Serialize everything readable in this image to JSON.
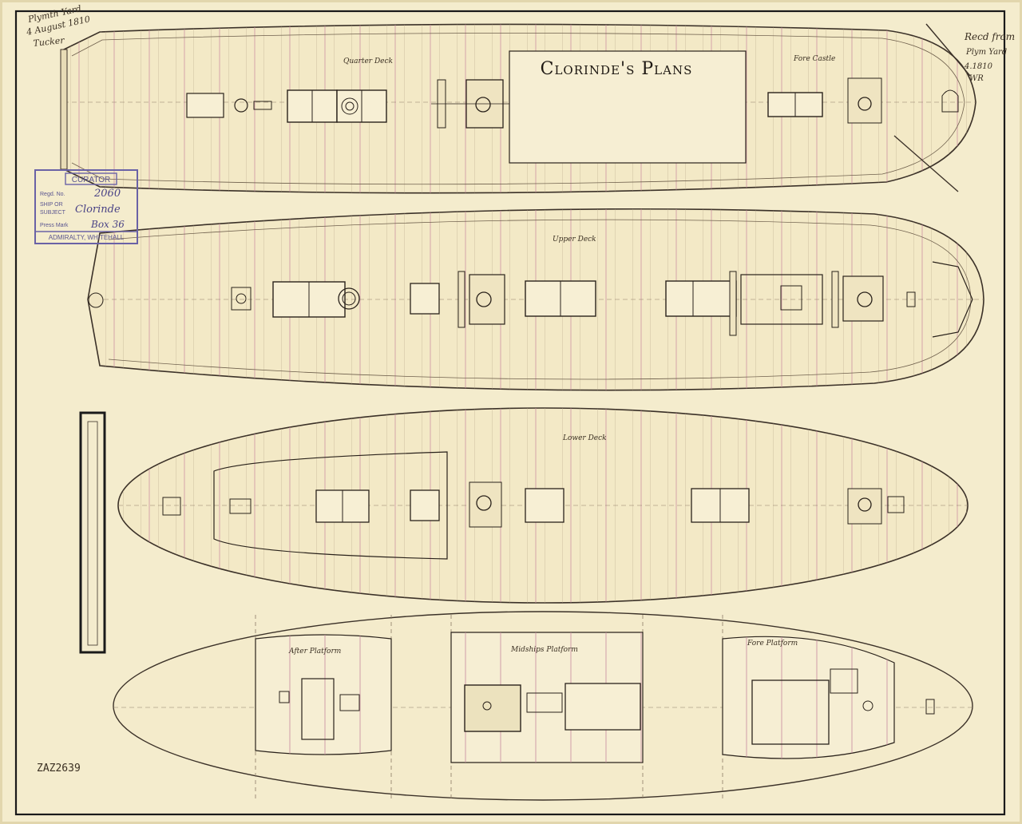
{
  "title": "Clorinde's Plans",
  "inscriptions": {
    "top_left": [
      "Plymth Yard",
      "4 August 1810",
      "Tucker"
    ],
    "top_right": [
      "Recd from",
      "Plym Yard",
      "4.1810",
      "WR"
    ]
  },
  "deck_labels": {
    "quarter_deck": "Quarter Deck",
    "fore_castle": "Fore Castle",
    "upper_deck": "Upper Deck",
    "lower_deck": "Lower Deck",
    "after_platform": "After Platform",
    "midships_platform": "Midships Platform",
    "fore_platform": "Fore Platform"
  },
  "stamp": {
    "header": "CURATOR",
    "regd_label": "Regd. No.",
    "regd_value": "2060",
    "ship_label_1": "SHIP OR",
    "ship_label_2": "SUBJECT",
    "ship_value": "Clorinde",
    "press_label": "Press Mark",
    "press_value": "Box 36",
    "footer": "ADMIRALTY, WHITEHALL"
  },
  "reference_number": "ZAZ2639",
  "colors": {
    "paper": "#f4eccd",
    "ink": "#4b3d2f",
    "red_line": "#c88aa0",
    "stamp": "#6a62a6",
    "border": "#1a1a1a"
  }
}
